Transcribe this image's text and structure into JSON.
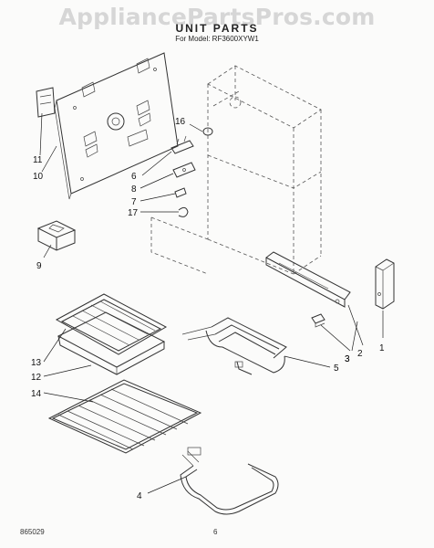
{
  "watermark": "AppliancePartsPros.com",
  "title": "UNIT PARTS",
  "model_line": "For Model: RF3600XYW1",
  "footer": {
    "left_code": "865029",
    "page_number": "6"
  },
  "callouts": [
    "1",
    "2",
    "3",
    "3",
    "4",
    "5",
    "6",
    "7",
    "8",
    "9",
    "10",
    "11",
    "12",
    "13",
    "14",
    "16",
    "17"
  ]
}
